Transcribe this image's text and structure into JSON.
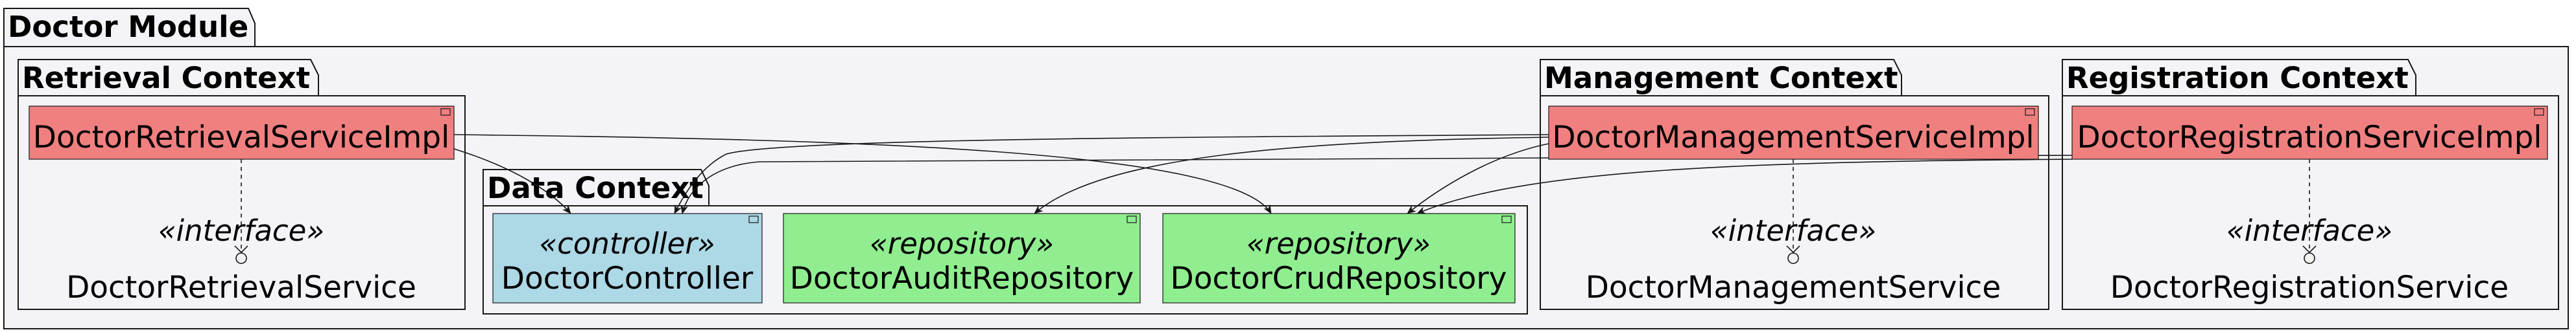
{
  "packages": {
    "doctor_module": "Doctor Module",
    "retrieval_context": "Retrieval Context",
    "data_context": "Data Context",
    "management_context": "Management Context",
    "registration_context": "Registration Context"
  },
  "components": {
    "retrieval_impl": "DoctorRetrievalServiceImpl",
    "management_impl": "DoctorManagementServiceImpl",
    "registration_impl": "DoctorRegistrationServiceImpl",
    "controller": {
      "stereotype": "«controller»",
      "name": "DoctorController"
    },
    "audit_repo": {
      "stereotype": "«repository»",
      "name": "DoctorAuditRepository"
    },
    "crud_repo": {
      "stereotype": "«repository»",
      "name": "DoctorCrudRepository"
    }
  },
  "interfaces": {
    "retrieval": {
      "stereotype": "«interface»",
      "name": "DoctorRetrievalService"
    },
    "management": {
      "stereotype": "«interface»",
      "name": "DoctorManagementService"
    },
    "registration": {
      "stereotype": "«interface»",
      "name": "DoctorRegistrationService"
    }
  },
  "colors": {
    "package_fill": "#f4f4f8",
    "service_impl_fill": "#f08080",
    "controller_fill": "#add8e6",
    "repository_fill": "#90ee90",
    "line": "#181818"
  }
}
